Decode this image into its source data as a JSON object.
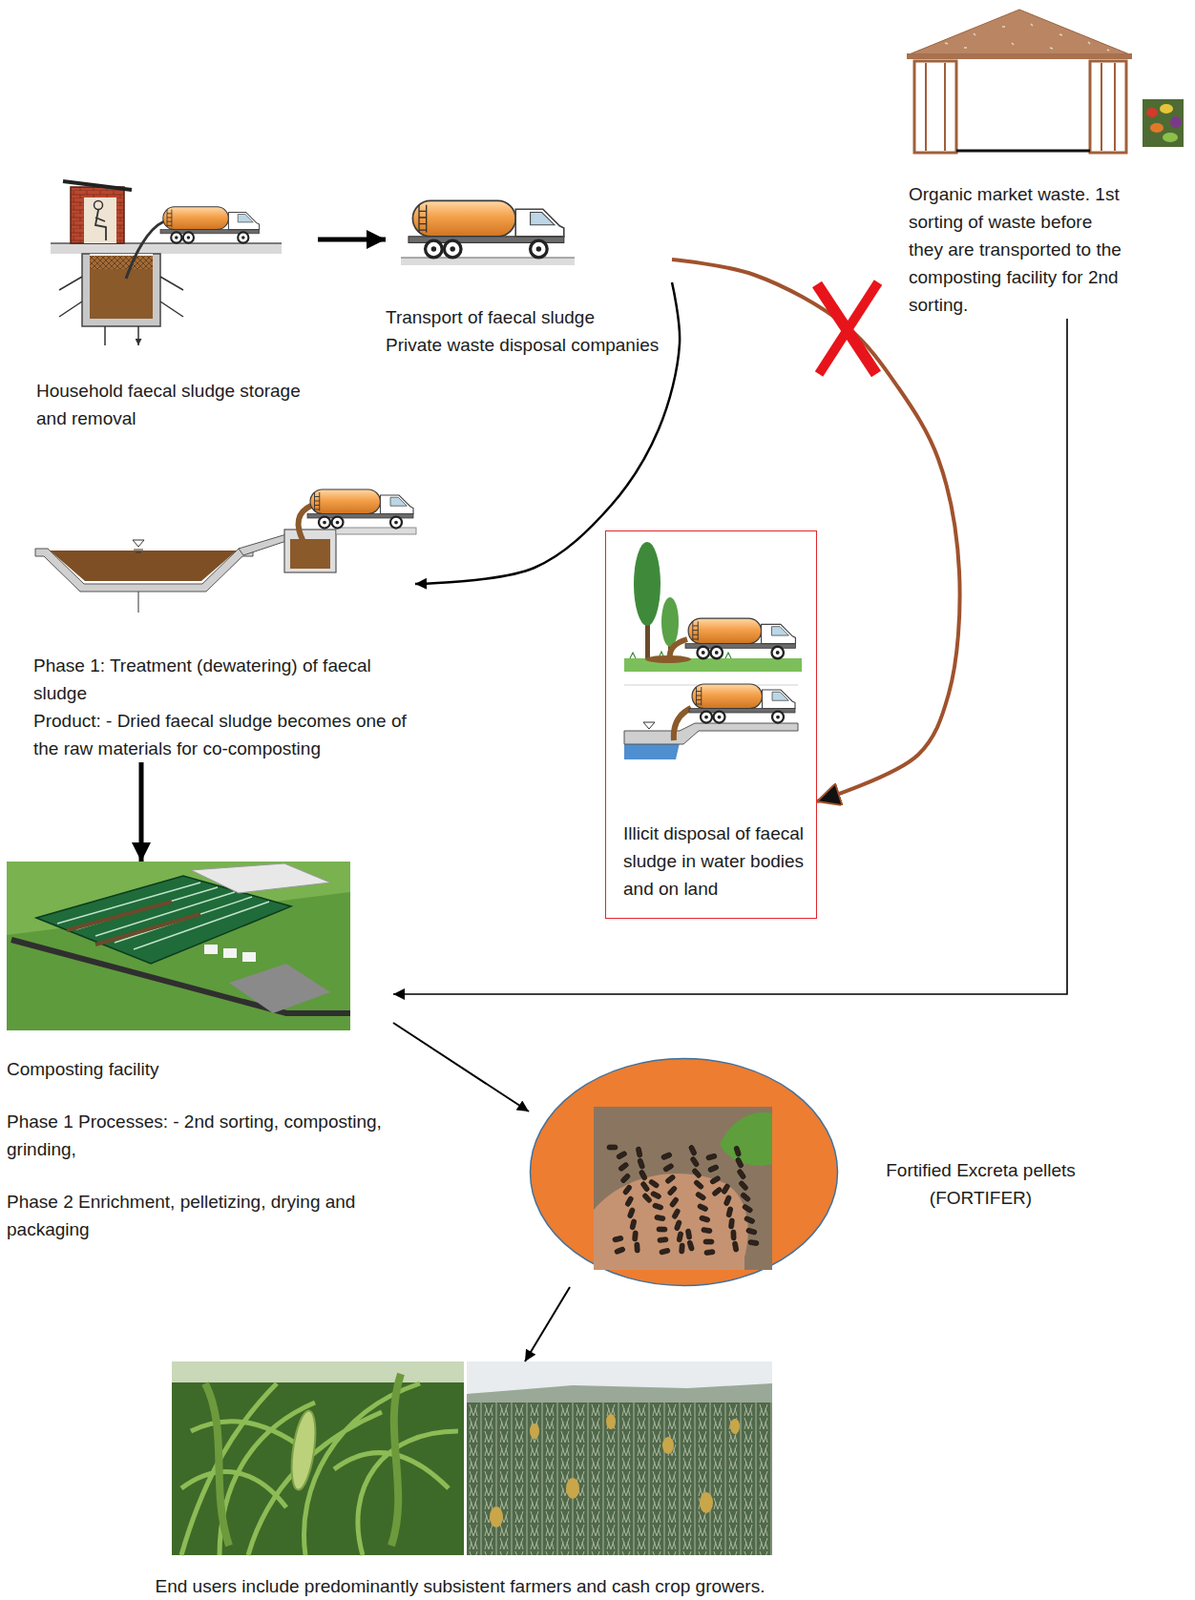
{
  "diagram": {
    "nodes": [
      {
        "text": [
          "Household faecal sludge storage and removal"
        ]
      },
      {
        "text": [
          "Transport of faecal sludge",
          "Private waste disposal companies"
        ]
      },
      {
        "text": [
          "Organic market waste. 1st sorting of waste before they are transported to the composting facility for 2nd sorting."
        ]
      },
      {
        "text": [
          "Phase 1: Treatment (dewatering) of faecal sludge",
          "Product: - Dried faecal sludge becomes one of the raw materials for co-composting"
        ]
      },
      {
        "text": [
          "Illicit disposal of faecal sludge in water bodies and on land"
        ]
      },
      {
        "text": [
          "Composting facility",
          "Phase 1 Processes: - 2nd sorting, composting, grinding,",
          "Phase 2 Enrichment, pelletizing, drying and packaging"
        ]
      },
      {
        "text": [
          "Fortified Excreta pellets (FORTIFER)"
        ]
      },
      {
        "text": [
          "End users include predominantly subsistent farmers and cash crop growers."
        ]
      }
    ],
    "edges": [
      {
        "from": 0,
        "to": 1,
        "arrow": "to"
      },
      {
        "from": 1,
        "to": 3,
        "arrow": "to"
      },
      {
        "from": 1,
        "to": 4,
        "arrow": "to"
      },
      {
        "from": 2,
        "to": 5,
        "arrow": "to"
      },
      {
        "from": 3,
        "to": 5,
        "arrow": "to"
      },
      {
        "from": 5,
        "to": 6,
        "arrow": "to"
      },
      {
        "from": 6,
        "to": 7,
        "arrow": "to"
      }
    ]
  }
}
